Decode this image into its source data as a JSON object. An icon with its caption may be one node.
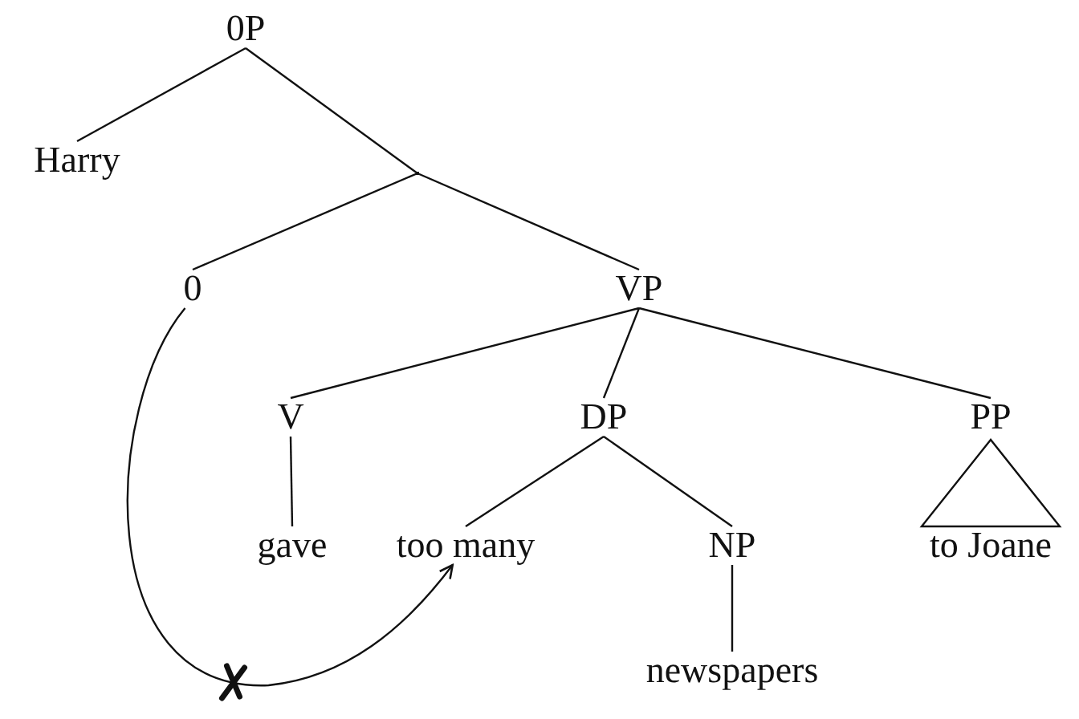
{
  "diagram": {
    "nodes": [
      {
        "text": [
          "0P"
        ]
      },
      {
        "text": [
          "Harry"
        ]
      },
      {
        "text": [],
        "shape": "point"
      },
      {
        "text": [
          "0"
        ]
      },
      {
        "text": [
          "VP"
        ]
      },
      {
        "text": [
          "V"
        ]
      },
      {
        "text": [
          "DP"
        ]
      },
      {
        "text": [
          "PP"
        ]
      },
      {
        "text": [
          "gave"
        ]
      },
      {
        "text": [
          "too many"
        ]
      },
      {
        "text": [
          "NP"
        ]
      },
      {
        "text": [
          "to Joane"
        ]
      },
      {
        "text": [
          "newspapers"
        ]
      }
    ],
    "edges": [
      {
        "from": 0,
        "to": 1,
        "arrow": "none"
      },
      {
        "from": 0,
        "to": 2,
        "arrow": "none"
      },
      {
        "from": 2,
        "to": 3,
        "arrow": "none"
      },
      {
        "from": 2,
        "to": 4,
        "arrow": "none"
      },
      {
        "from": 4,
        "to": 5,
        "arrow": "none"
      },
      {
        "from": 4,
        "to": 6,
        "arrow": "none"
      },
      {
        "from": 4,
        "to": 7,
        "arrow": "none"
      },
      {
        "from": 5,
        "to": 8,
        "arrow": "none"
      },
      {
        "from": 6,
        "to": 9,
        "arrow": "none"
      },
      {
        "from": 6,
        "to": 10,
        "arrow": "none"
      },
      {
        "from": 10,
        "to": 12,
        "arrow": "none"
      },
      {
        "from": 7,
        "to": 11,
        "arrow": "none"
      },
      {
        "from": 3,
        "to": 9,
        "arrow": "to"
      }
    ]
  }
}
